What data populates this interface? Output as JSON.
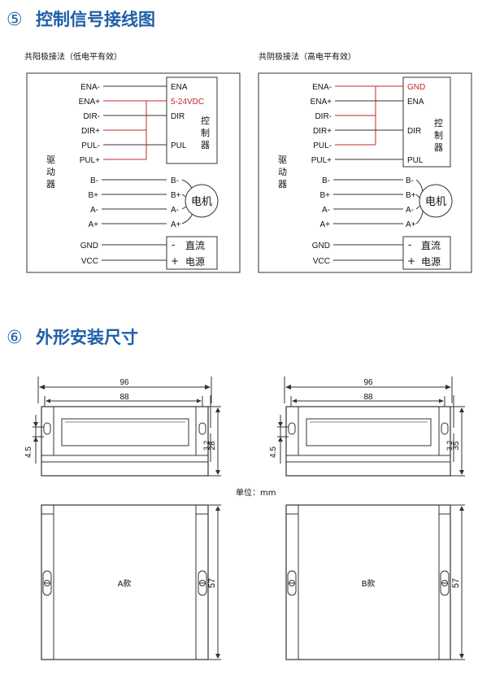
{
  "sections": {
    "wiring": {
      "number": "⑤",
      "title": "控制信号接线图"
    },
    "dimensions": {
      "number": "⑥",
      "title": "外形安装尺寸"
    }
  },
  "colors": {
    "accent": "#1f5fa8",
    "signal": "#c0272d"
  },
  "wiring": {
    "left": {
      "caption": "共阳极接法（低电平有效）",
      "driver_label": [
        "驱",
        "动",
        "器"
      ],
      "driver_pins": [
        "ENA-",
        "ENA+",
        "DIR-",
        "DIR+",
        "PUL-",
        "PUL+"
      ],
      "controller_labels": [
        "ENA",
        "5-24VDC",
        "DIR",
        "PUL"
      ],
      "controller_vertical": [
        "控",
        "制",
        "器"
      ]
    },
    "right": {
      "caption": "共阴极接法（高电平有效）",
      "driver_label": [
        "驱",
        "动",
        "器"
      ],
      "driver_pins": [
        "ENA-",
        "ENA+",
        "DIR-",
        "DIR+",
        "PUL-",
        "PUL+"
      ],
      "controller_labels": [
        "GND",
        "ENA",
        "DIR",
        "PUL"
      ],
      "controller_vertical": [
        "控",
        "制",
        "器"
      ]
    },
    "motor_pins": [
      "B-",
      "B+",
      "A-",
      "A+"
    ],
    "motor_pins_right": [
      "B-",
      "B+",
      "A-",
      "A+"
    ],
    "motor_label": "电机",
    "power_pins": [
      "GND",
      "VCC"
    ],
    "power_signs": [
      "-",
      "+"
    ],
    "power_label": [
      "直流",
      "电源"
    ]
  },
  "dimensions": {
    "unit_label": "单位：mm",
    "a": {
      "label": "A款",
      "width_outer": "96",
      "width_inner": "88",
      "hole_offset": "4.5",
      "slot": "3.2",
      "height": "28",
      "depth": "57"
    },
    "b": {
      "label": "B款",
      "width_outer": "96",
      "width_inner": "88",
      "hole_offset": "4.5",
      "slot": "3.2",
      "height": "35",
      "depth": "57"
    }
  }
}
